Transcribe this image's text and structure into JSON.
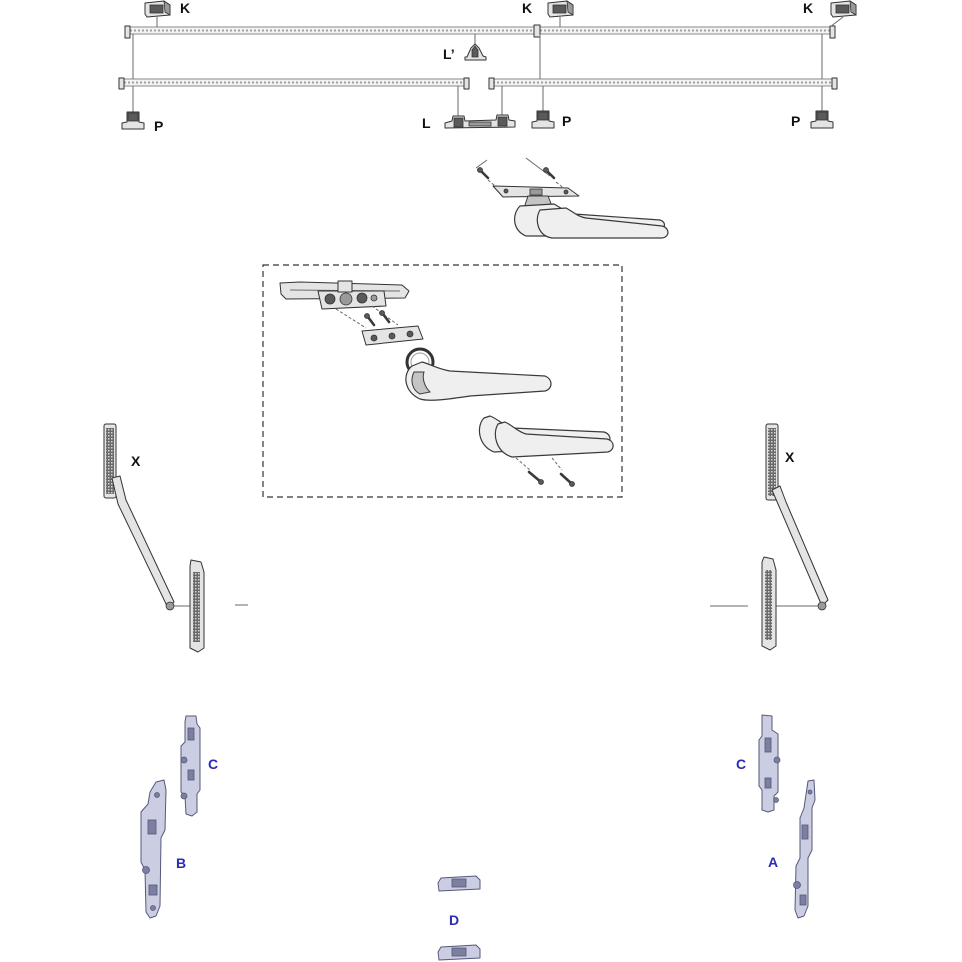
{
  "colors": {
    "label": "#111111",
    "label_blue": "#2b2bb5",
    "stroke": "#333333",
    "part_fill": "#e4e4e4",
    "blue_part_fill": "#cbcde2",
    "blue_part_stroke": "#55587a"
  },
  "top_assembly": {
    "k_left": "K",
    "k_center": "K",
    "k_right": "K",
    "l_prime": "L’",
    "l": "L",
    "p_left": "P",
    "p_center": "P",
    "p_right": "P"
  },
  "side_arms": {
    "x_left": "X",
    "x_right": "X"
  },
  "bottom_parts": {
    "c_left": "C",
    "c_right": "C",
    "b": "B",
    "a": "A",
    "d": "D"
  }
}
